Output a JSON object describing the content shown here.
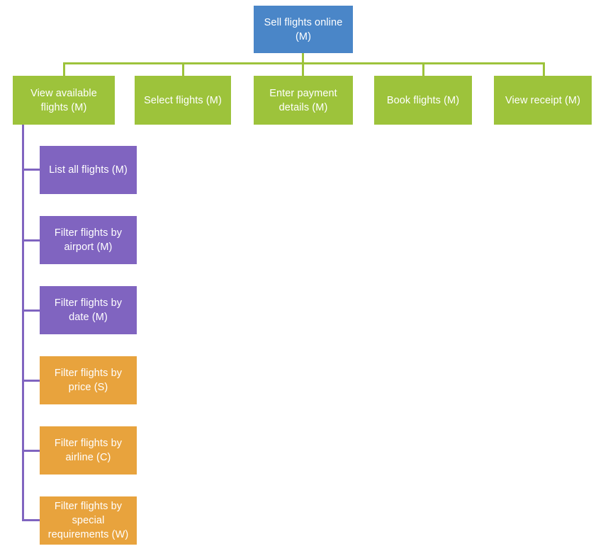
{
  "diagram": {
    "title": "Sell flights online feature tree",
    "type": "feature-tree",
    "colors": {
      "root": "#4A86C8",
      "level1": "#9DC33B",
      "must": "#8064C0",
      "optional": "#E8A33D",
      "background": "#FFFFFF",
      "label_text": "#FFFFFF"
    },
    "root": {
      "label": "Sell flights online\n(M)",
      "priority": "M"
    },
    "level1": [
      {
        "label": "View available\nflights (M)",
        "priority": "M"
      },
      {
        "label": "Select flights (M)",
        "priority": "M"
      },
      {
        "label": "Enter payment\ndetails (M)",
        "priority": "M"
      },
      {
        "label": "Book flights (M)",
        "priority": "M"
      },
      {
        "label": "View receipt (M)",
        "priority": "M"
      }
    ],
    "level2": [
      {
        "label": "List all flights (M)",
        "priority": "M",
        "color": "must"
      },
      {
        "label": "Filter flights by\nairport (M)",
        "priority": "M",
        "color": "must"
      },
      {
        "label": "Filter flights by\ndate (M)",
        "priority": "M",
        "color": "must"
      },
      {
        "label": "Filter flights by\nprice (S)",
        "priority": "S",
        "color": "optional"
      },
      {
        "label": "Filter flights by\nairline (C)",
        "priority": "C",
        "color": "optional"
      },
      {
        "label": "Filter flights by\nspecial\nrequirements (W)",
        "priority": "W",
        "color": "optional"
      }
    ]
  }
}
